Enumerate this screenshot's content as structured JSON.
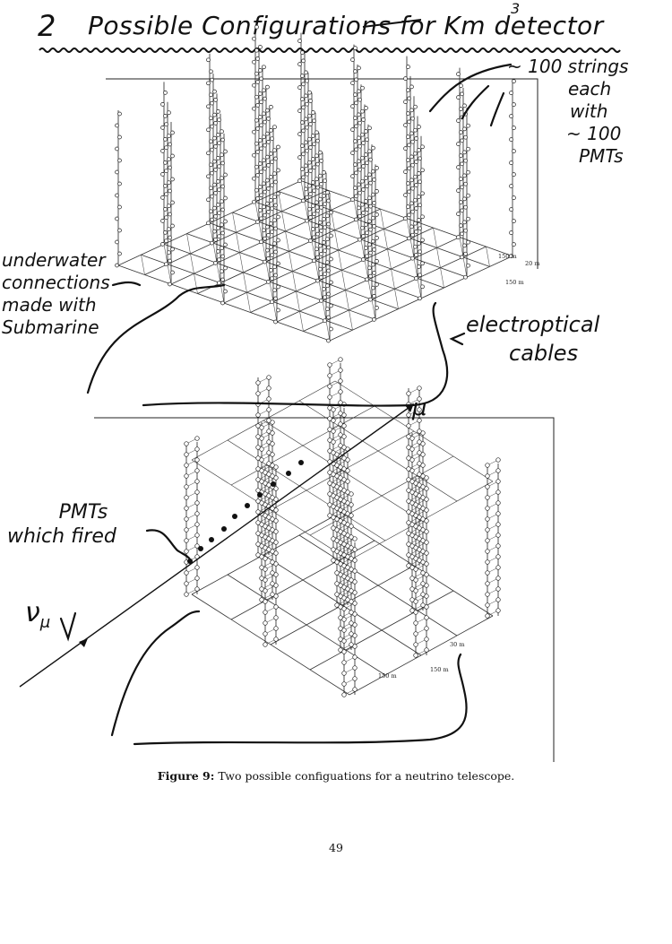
{
  "title": {
    "number": "2",
    "text": "Possible Configurations for Km detector",
    "superscript": "3"
  },
  "annotations": {
    "strings_per": [
      "~ 100 strings",
      "each",
      "with",
      "~ 100",
      "PMTs"
    ],
    "underwater": [
      "underwater",
      "connections",
      "made with",
      "Submarine"
    ],
    "cables": [
      "electroptical",
      "cables"
    ],
    "pmts_fired": [
      "PMTs",
      "which fired"
    ],
    "nu": "ν",
    "nu_sub": "μ",
    "mu": "μ"
  },
  "dimensions": {
    "top": [
      "150 m",
      "20 m",
      "150 m"
    ],
    "bottom": [
      "30 m",
      "150 m",
      "150 m"
    ]
  },
  "caption": {
    "label": "Figure 9:",
    "text": " Two possible configuations for a neutrino telescope."
  },
  "page_number": "49"
}
